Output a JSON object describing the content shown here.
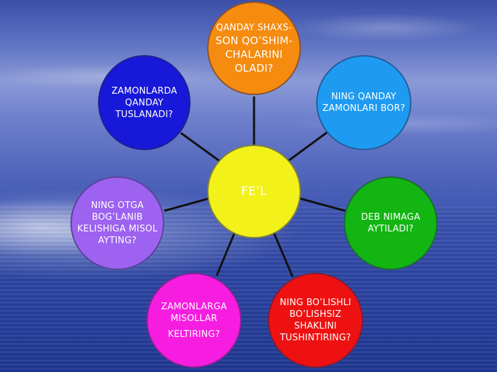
{
  "center": {
    "label": "FE’L",
    "color": "#f2f21a"
  },
  "nodes": {
    "top": {
      "line1": "QANDAY SHAXS-",
      "line2": "SON QO’SHIM-",
      "line3": "CHALARINI",
      "line4": "OLADI?",
      "color": "#f58b0f"
    },
    "top_right": {
      "line1": "NING QANDAY",
      "line2": "ZAMONLARI BOR?",
      "color": "#1e9bf0"
    },
    "right": {
      "line1": "DEB NIMAGA",
      "line2": "AYTILADI?",
      "color": "#12b512"
    },
    "bottom_right": {
      "line1": "NING BO’LISHLI",
      "line2": "BO’LISHSIZ",
      "line3": "SHAKLINI",
      "line4": "TUSHINTIRING?",
      "color": "#ee1111"
    },
    "bottom_left": {
      "line1": "ZAMONLARGA",
      "line2": "MISOLLAR",
      "line3": "KELTIRING?",
      "color": "#f61de0"
    },
    "left": {
      "line1": "NING OTGA",
      "line2": "BOG’LANIB",
      "line3": "KELISHIGA MISOL",
      "line4": "AYTING?",
      "color": "#9d62f0"
    },
    "top_left": {
      "line1": "ZAMONLARDA",
      "line2": "QANDAY",
      "line3": "TUSLANADI?",
      "color": "#1818d8"
    }
  }
}
